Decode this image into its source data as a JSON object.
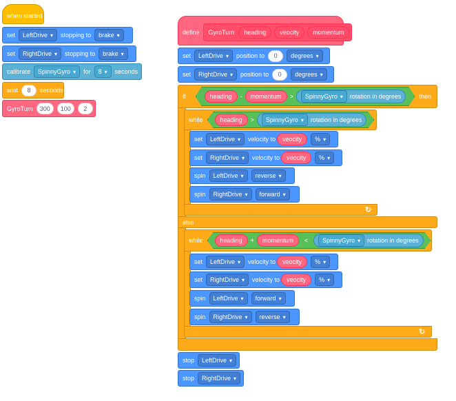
{
  "script1": {
    "hat_label": "when started",
    "set1": {
      "verb": "set",
      "device": "LeftDrive",
      "mid": "stopping to",
      "mode": "brake"
    },
    "set2": {
      "verb": "set",
      "device": "RightDrive",
      "mid": "stopping to",
      "mode": "brake"
    },
    "calibrate": {
      "verb": "calibrate",
      "device": "SpinnyGyro",
      "mid": "for",
      "value": "8",
      "unit": "seconds"
    },
    "wait": {
      "verb": "wait",
      "value": "8",
      "unit": "seconds"
    },
    "call": {
      "name": "GyroTurn",
      "args": [
        "300",
        "100",
        "2"
      ]
    }
  },
  "script2": {
    "define": {
      "keyword": "define",
      "name": "GyroTurn",
      "params": [
        "heading",
        "veocity",
        "momentum"
      ]
    },
    "set1": {
      "verb": "set",
      "device": "LeftDrive",
      "mid": "position to",
      "value": "0",
      "unit": "degrees"
    },
    "set2": {
      "verb": "set",
      "device": "RightDrive",
      "mid": "position to",
      "value": "0",
      "unit": "degrees"
    },
    "if_block": {
      "keyword": "if",
      "then": "then",
      "else": "else",
      "cond": {
        "left": "heading",
        "minus": "-",
        "right": "momentum",
        "cmp": ">",
        "sensor": "SpinnyGyro",
        "reading": "rotation in degrees"
      }
    },
    "while1": {
      "keyword": "while",
      "cond": {
        "var": "heading",
        "cmp": ">",
        "sensor": "SpinnyGyro",
        "reading": "rotation in degrees"
      },
      "vel_left": {
        "verb": "set",
        "device": "LeftDrive",
        "mid": "velocity to",
        "var": "veocity",
        "unit": "%"
      },
      "vel_right": {
        "verb": "set",
        "device": "RightDrive",
        "mid": "velocity to",
        "var": "veocity",
        "unit": "%"
      },
      "spin_left": {
        "verb": "spin",
        "device": "LeftDrive",
        "dir": "reverse"
      },
      "spin_right": {
        "verb": "spin",
        "device": "RightDrive",
        "dir": "forward"
      }
    },
    "while2": {
      "keyword": "while",
      "cond": {
        "left": "heading",
        "plus": "+",
        "right": "momentum",
        "cmp": "<",
        "sensor": "SpinnyGyro",
        "reading": "rotation in degrees"
      },
      "vel_left": {
        "verb": "set",
        "device": "LeftDrive",
        "mid": "velocity to",
        "var": "veocity",
        "unit": "%"
      },
      "vel_right": {
        "verb": "set",
        "device": "RightDrive",
        "mid": "velocity to",
        "var": "veocity",
        "unit": "%"
      },
      "spin_left": {
        "verb": "spin",
        "device": "LeftDrive",
        "dir": "forward"
      },
      "spin_right": {
        "verb": "spin",
        "device": "RightDrive",
        "dir": "reverse"
      }
    },
    "stop1": {
      "verb": "stop",
      "device": "LeftDrive"
    },
    "stop2": {
      "verb": "stop",
      "device": "RightDrive"
    },
    "loop_icon": "loop-arrow-icon"
  },
  "colors": {
    "motion": "#4c97ff",
    "event": "#ffbf00",
    "control": "#ffab19",
    "sensing": "#5cb1d6",
    "my_blocks": "#ff6680",
    "operators": "#59c059"
  }
}
